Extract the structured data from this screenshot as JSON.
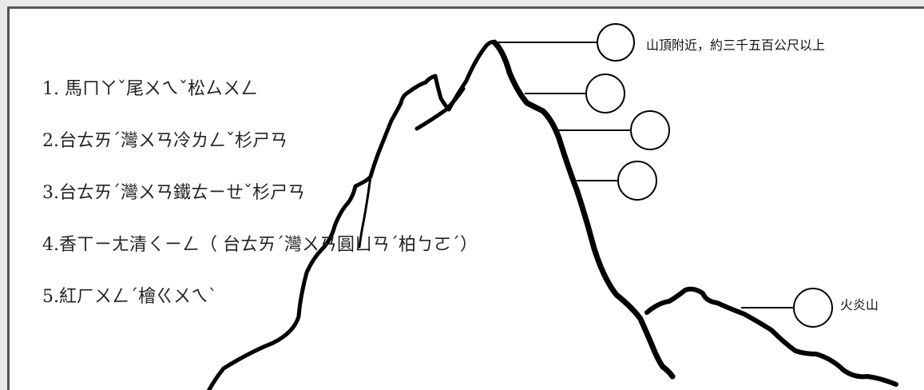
{
  "tree_list": {
    "items": [
      "1. 馬ㄇㄚˇ尾ㄨㄟˇ松ㄙㄨㄥ",
      "2.台ㄊㄞˊ灣ㄨㄢ冷ㄌㄥˇ杉ㄕㄢ",
      "3.台ㄊㄞˊ灣ㄨㄢ鐵ㄊㄧㄝˇ杉ㄕㄢ",
      "4.香ㄒㄧㄤ清ㄑㄧㄥ（ 台ㄊㄞˊ灣ㄨㄢ圓ㄩㄢˊ柏ㄅㄛˊ）",
      "5.紅ㄏㄨㄥˊ檜ㄍㄨㄟˋ"
    ]
  },
  "labels": {
    "summit": "山頂附近，約三千五百公尺以上",
    "volcano": "火炎山"
  },
  "colors": {
    "line": "#000000",
    "frame": "#555555"
  }
}
